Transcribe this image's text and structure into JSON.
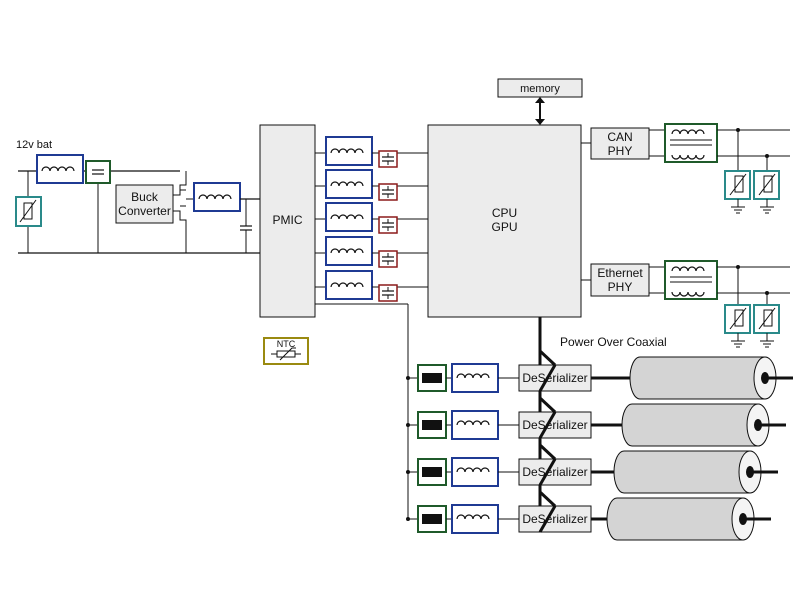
{
  "labels": {
    "battery": "12v bat",
    "buck_line1": "Buck",
    "buck_line2": "Converter",
    "pmic": "PMIC",
    "memory": "memory",
    "cpu_line1": "CPU",
    "cpu_line2": "GPU",
    "can_line1": "CAN",
    "can_line2": "PHY",
    "eth_line1": "Ethernet",
    "eth_line2": "PHY",
    "ntc": "NTC",
    "poc": "Power Over Coaxial",
    "deserializer": [
      "DeSerializer",
      "DeSerializer",
      "DeSerializer",
      "DeSerializer"
    ]
  },
  "colors": {
    "inductor_box": "#1f3a93",
    "filter_box": "#1f5a2a",
    "cap_box": "#8b1a1a",
    "tvs_box": "#2a8a8a",
    "ntc_box": "#9a8a10",
    "block_fill": "#ececec",
    "coax_fill": "#d4d4d4"
  },
  "icons": {
    "inductor": "inductor-icon",
    "capacitor": "capacitor-icon",
    "tvs": "tvs-diode-icon",
    "ferrite": "ferrite-bead-icon",
    "transformer": "common-mode-choke-icon",
    "ground": "ground-icon",
    "coax": "coaxial-cable-icon"
  }
}
